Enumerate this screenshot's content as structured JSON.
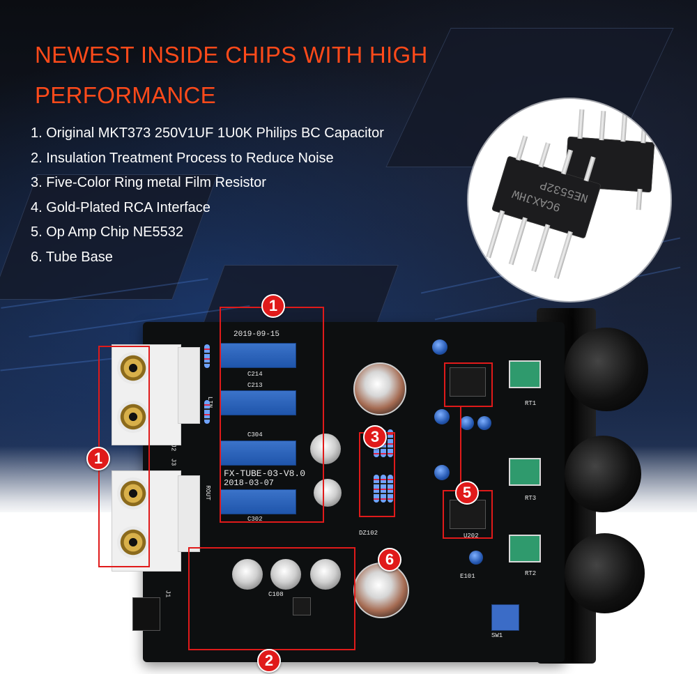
{
  "headline": "NEWEST INSIDE CHIPS WITH HIGH PERFORMANCE",
  "features": [
    "1. Original MKT373 250V1UF 1U0K Philips BC Capacitor",
    "2. Insulation Treatment Process to Reduce Noise",
    "3. Five-Color Ring metal Film Resistor",
    "4. Gold-Plated RCA Interface",
    "5. Op Amp Chip NE5532",
    "6. Tube Base"
  ],
  "chip_inset": {
    "marking_1": "NE5532P",
    "marking_2": "9CAXJHW"
  },
  "board": {
    "date_top": "2019-09-15",
    "model": "FX-TUBE-03-V8.0",
    "date_bottom": "2018-03-07",
    "labels": {
      "c214": "C214",
      "c213": "C213",
      "c304": "C304",
      "c302": "C302",
      "lin": "LIN",
      "rout": "ROUT",
      "j2": "J2",
      "j3": "J3",
      "j1": "J1",
      "c108": "C108",
      "rt1": "RT1",
      "rt3": "RT3",
      "rt2": "RT2",
      "sw1": "SW1",
      "e101": "E101",
      "u202": "U202",
      "dz102": "DZ102"
    }
  },
  "callouts": {
    "c1_top": "1",
    "c1_left": "1",
    "c2": "2",
    "c3": "3",
    "c5": "5",
    "c6": "6"
  },
  "colors": {
    "headline": "#ff4a1a",
    "callout": "#e01a1a",
    "capacitor_blue": "#2a62bd",
    "trimmer_green": "#2f9a6d"
  }
}
